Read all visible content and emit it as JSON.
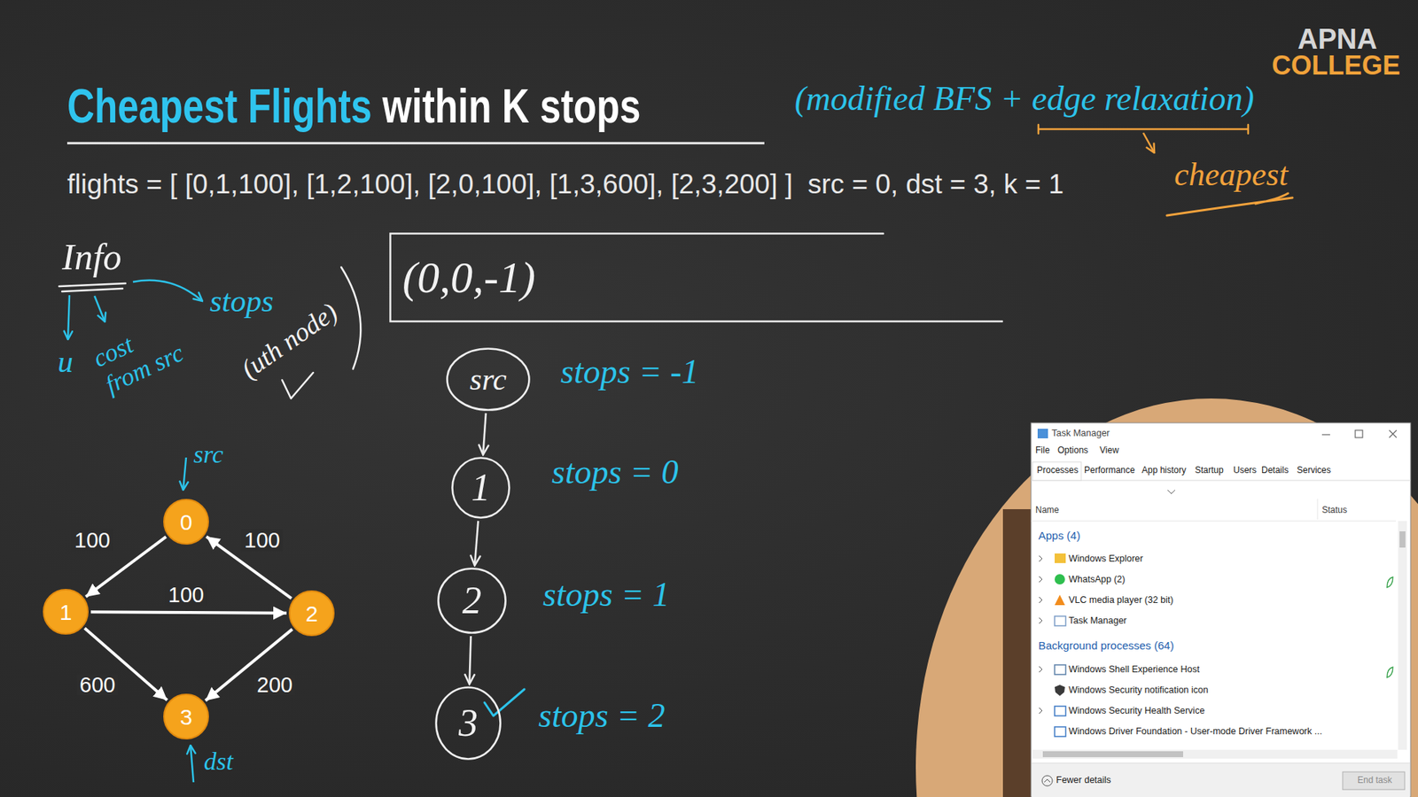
{
  "diagram": {
    "title": "Cheapest Flights within K stops",
    "nodes": [
      {
        "text": [
          "(0,0,-1)"
        ]
      },
      {
        "text": [
          "src"
        ]
      },
      {
        "text": [
          "1"
        ]
      },
      {
        "text": [
          "2"
        ]
      },
      {
        "text": [
          "3"
        ]
      },
      {
        "text": [
          "0"
        ]
      },
      {
        "text": [
          "1"
        ]
      },
      {
        "text": [
          "2"
        ]
      },
      {
        "text": [
          "3"
        ]
      }
    ],
    "edges": [
      {
        "from": 1,
        "to": 2,
        "arrow": "to"
      },
      {
        "from": 2,
        "to": 3,
        "arrow": "to"
      },
      {
        "from": 3,
        "to": 4,
        "arrow": "to"
      },
      {
        "from": 5,
        "to": 6,
        "label": "100",
        "arrow": "to"
      },
      {
        "from": 6,
        "to": 7,
        "label": "100",
        "arrow": "to"
      },
      {
        "from": 7,
        "to": 5,
        "label": "100",
        "arrow": "to"
      },
      {
        "from": 6,
        "to": 8,
        "label": "600",
        "arrow": "to"
      },
      {
        "from": 7,
        "to": 8,
        "label": "200",
        "arrow": "to"
      }
    ],
    "labels": [
      "flights = [ [0,1,100], [1,2,100], [2,0,100], [1,3,600], [2,3,200] ]  src = 0, dst = 3, k = 1",
      "(modified BFS + edge relaxation)",
      "cheapest",
      "Info",
      "u",
      "cost from src",
      "stops",
      "(uth node)",
      "stops = -1",
      "stops = 0",
      "stops = 1",
      "stops = 2",
      "src",
      "dst",
      "APNA",
      "COLLEGE",
      "Task Manager",
      "File",
      "Options",
      "View",
      "Processes",
      "Performance",
      "App history",
      "Startup",
      "Users",
      "Details",
      "Services",
      "Name",
      "Status",
      "Apps (4)",
      "Windows Explorer",
      "WhatsApp (2)",
      "VLC media player (32 bit)",
      "Task Manager",
      "Background processes (64)",
      "Windows Shell Experience Host",
      "Windows Security notification icon",
      "Windows Security Health Service",
      "Windows Driver Foundation - User-mode Driver Framework ...",
      "Fewer details",
      "End task"
    ]
  }
}
